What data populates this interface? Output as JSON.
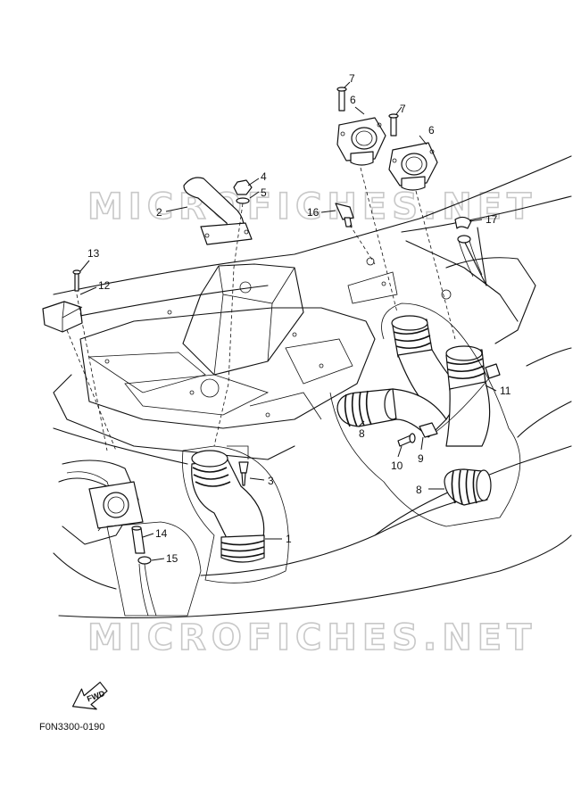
{
  "watermark": "MICROFICHES.NET",
  "fwd_label": "FWD",
  "figure_code": "F0N3300-0190",
  "callouts": [
    "1",
    "2",
    "3",
    "4",
    "5",
    "6",
    "6",
    "7",
    "7",
    "8",
    "8",
    "9",
    "10",
    "11",
    "12",
    "13",
    "14",
    "15",
    "16",
    "17"
  ]
}
